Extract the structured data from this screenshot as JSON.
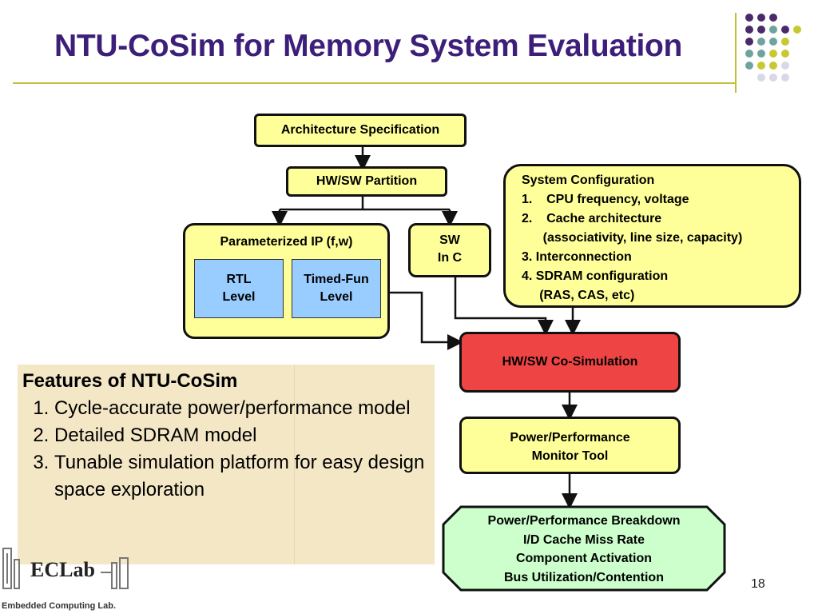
{
  "title": "NTU-CoSim for Memory System Evaluation",
  "colors": {
    "title": "#3d1f7a",
    "yellow_box": "#ffff99",
    "blue_box": "#99ccff",
    "red_box": "#ee4444",
    "green_box": "#ccffcc",
    "accent_line": "#c4bf3a"
  },
  "diagram": {
    "architecture_spec": "Architecture Specification",
    "hw_sw_partition": "HW/SW Partition",
    "parameterized_ip": "Parameterized IP (f,w)",
    "rtl_level": [
      "RTL",
      "Level"
    ],
    "timed_fun_level": [
      "Timed-Fun",
      "Level"
    ],
    "sw_in_c": [
      "SW",
      "In C"
    ],
    "system_configuration": [
      "System Configuration",
      "1.    CPU frequency, voltage",
      "2.    Cache architecture",
      "      (associativity, line size, capacity)",
      "3. Interconnection",
      "4. SDRAM configuration",
      "     (RAS, CAS, etc)"
    ],
    "co_simulation": "HW/SW Co-Simulation",
    "monitor_tool": [
      "Power/Performance",
      "Monitor Tool"
    ],
    "breakdown": [
      "Power/Performance Breakdown",
      "I/D Cache Miss Rate",
      "Component Activation",
      "Bus Utilization/Contention"
    ]
  },
  "features": {
    "heading": "Features of NTU-CoSim",
    "items": [
      "Cycle-accurate power/performance model",
      "Detailed SDRAM model",
      "Tunable simulation platform for easy design space exploration"
    ]
  },
  "logo": {
    "name": "ECLab",
    "subtitle": "Embedded Computing Lab."
  },
  "page_number": "18"
}
